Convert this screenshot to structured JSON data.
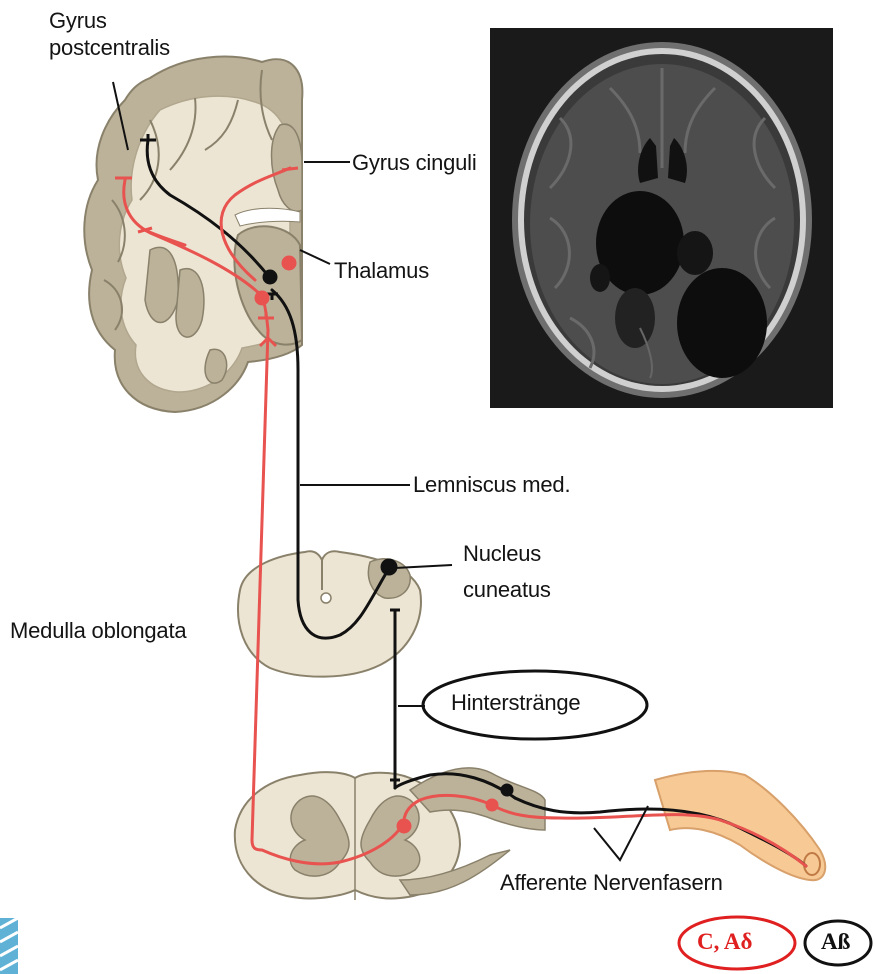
{
  "labels": {
    "gyrus_postcentralis_1": "Gyrus",
    "gyrus_postcentralis_2": "postcentralis",
    "gyrus_cinguli": "Gyrus cinguli",
    "thalamus": "Thalamus",
    "lemniscus_med": "Lemniscus med.",
    "nucleus_cuneatus_1": "Nucleus",
    "nucleus_cuneatus_2": "cuneatus",
    "medulla_oblongata": "Medulla oblongata",
    "hinterstraenge": "Hinterstränge",
    "afferente_nervenfasern": "Afferente Nervenfasern",
    "fiber_c_adelta": "C, Aδ",
    "fiber_abeta": "Aß"
  },
  "colors": {
    "pathway_black": "#111111",
    "pathway_red": "#e8524f",
    "tissue_outer": "#bcb29a",
    "tissue_inner": "#ede5d3",
    "finger_skin": "#f7c995",
    "highlight_red_ellipse": "#e02020"
  }
}
